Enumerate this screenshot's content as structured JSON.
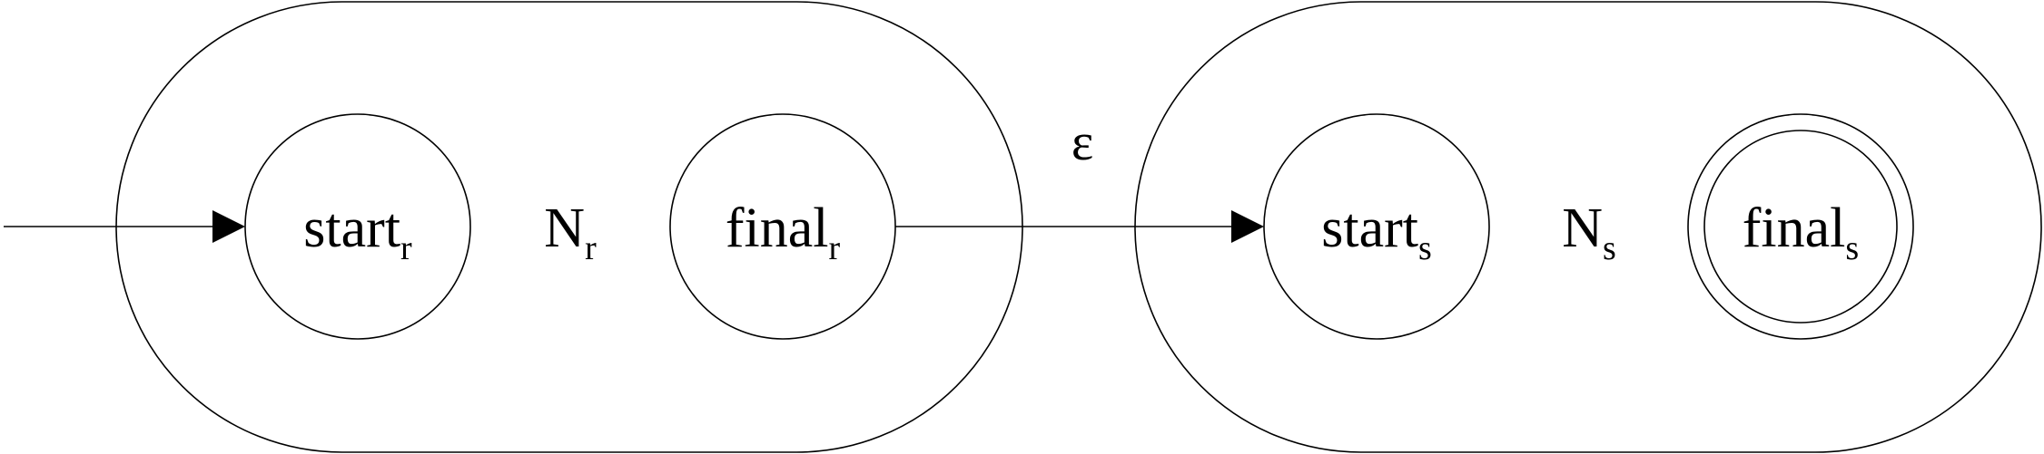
{
  "diagram": {
    "nfa_r": {
      "name_main": "N",
      "name_sub": "r",
      "start_main": "start",
      "start_sub": "r",
      "final_main": "final",
      "final_sub": "r"
    },
    "nfa_s": {
      "name_main": "N",
      "name_sub": "s",
      "start_main": "start",
      "start_sub": "s",
      "final_main": "final",
      "final_sub": "s"
    },
    "epsilon_label": "ε"
  }
}
